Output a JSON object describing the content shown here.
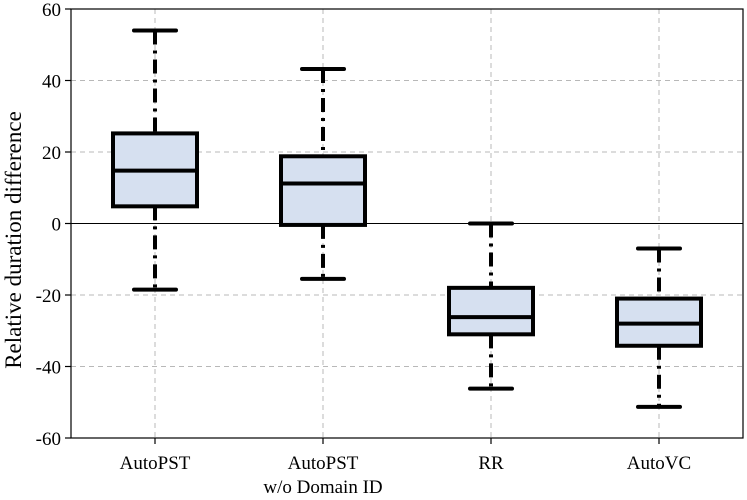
{
  "chart_data": {
    "type": "box",
    "title": "",
    "xlabel": "",
    "ylabel": "Relative duration difference",
    "ylim": [
      -60,
      60
    ],
    "yticks": [
      -60,
      -40,
      -20,
      0,
      20,
      40,
      60
    ],
    "grid": true,
    "zero_line": true,
    "categories": [
      {
        "line1": "AutoPST",
        "line2": ""
      },
      {
        "line1": "AutoPST",
        "line2": "w/o Domain ID"
      },
      {
        "line1": "RR",
        "line2": ""
      },
      {
        "line1": "AutoVC",
        "line2": ""
      }
    ],
    "boxes": [
      {
        "whisker_low": -18.5,
        "q1": 4.8,
        "median": 14.8,
        "q3": 25.2,
        "whisker_high": 54.0
      },
      {
        "whisker_low": -15.5,
        "q1": -0.4,
        "median": 11.2,
        "q3": 18.8,
        "whisker_high": 43.2
      },
      {
        "whisker_low": -46.2,
        "q1": -31.0,
        "median": -26.2,
        "q3": -18.0,
        "whisker_high": 0.0
      },
      {
        "whisker_low": -51.3,
        "q1": -34.2,
        "median": -28.0,
        "q3": -21.0,
        "whisker_high": -7.0
      }
    ],
    "colors": {
      "box_fill": "#d6e0f0",
      "box_stroke": "#000000",
      "grid": "#b8b8b8"
    }
  }
}
